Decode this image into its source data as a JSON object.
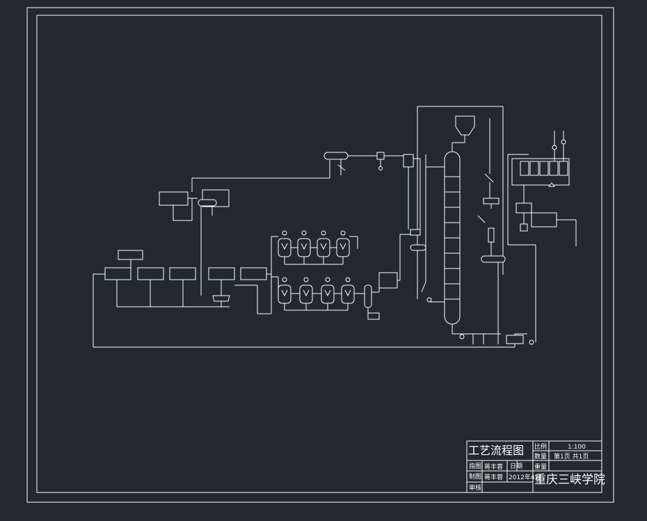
{
  "colors": {
    "background": "#212830",
    "line": "#ffffff"
  },
  "title_block": {
    "drawing_title": "工艺流程图",
    "scale_label": "比例",
    "scale_value": "1:100",
    "quantity_label": "数量",
    "pages_value": "第1页  共1页",
    "weight_label": "重量",
    "drafted_label": "指图",
    "drafted_name": "蒋丰蓉",
    "drawn_label": "制图",
    "drawn_name": "蒋丰蓉",
    "date_label": "日期",
    "date_value": "2012年4月",
    "review_label": "审核",
    "institution": "重庆三峡学院"
  }
}
